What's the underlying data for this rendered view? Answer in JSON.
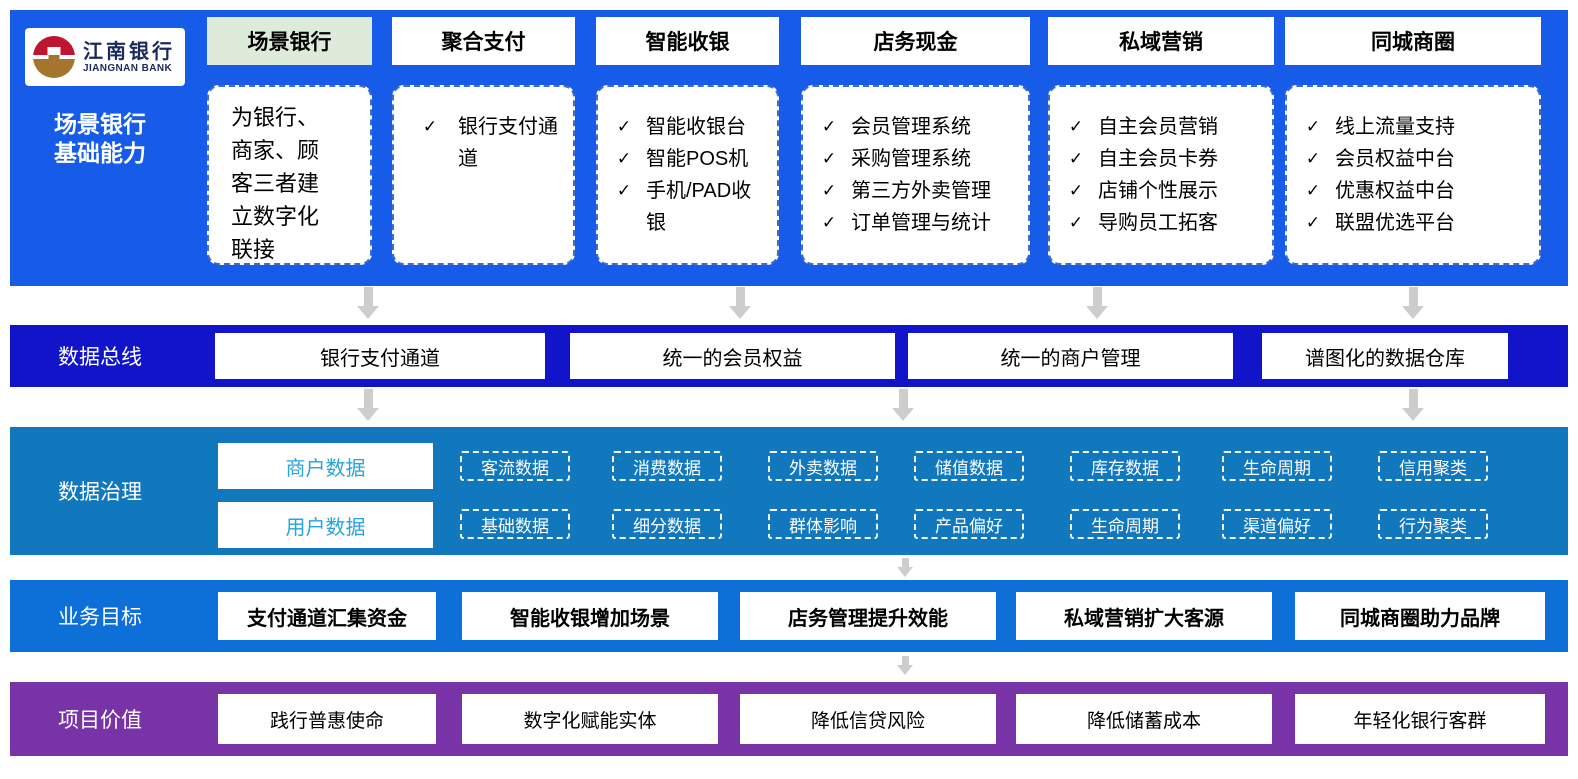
{
  "brand": {
    "name_cn": "江南银行",
    "name_en": "JIANGNAN BANK"
  },
  "colors": {
    "top": "#165CE8",
    "bus": "#1114C8",
    "gov": "#1278BE",
    "goal": "#0D70D8",
    "value": "#7833A6",
    "arrow": "#CDCDCD",
    "dash": "#3E6CC8",
    "green": "#DFEBDA",
    "cyan": "#29A3DC",
    "navy": "#1B2A5E"
  },
  "top": {
    "row_label_line1": "场景银行",
    "row_label_line2": "基础能力",
    "check": "✓",
    "columns": [
      {
        "header": "场景银行",
        "items": [
          "为银行、商家、顾客三者建立数字化联接"
        ]
      },
      {
        "header": "聚合支付",
        "items": [
          "银行支付通道"
        ]
      },
      {
        "header": "智能收银",
        "items": [
          "智能收银台",
          "智能POS机",
          "手机/PAD收银"
        ]
      },
      {
        "header": "店务现金",
        "items": [
          "会员管理系统",
          "采购管理系统",
          "第三方外卖管理",
          "订单管理与统计"
        ]
      },
      {
        "header": "私域营销",
        "items": [
          "自主会员营销",
          "自主会员卡券",
          "店铺个性展示",
          "导购员工拓客"
        ]
      },
      {
        "header": "同城商圈",
        "items": [
          "线上流量支持",
          "会员权益中台",
          "优惠权益中台",
          "联盟优选平台"
        ]
      }
    ]
  },
  "data_bus": {
    "label": "数据总线",
    "boxes": [
      "银行支付通道",
      "统一的会员权益",
      "统一的商户管理",
      "谱图化的数据仓库"
    ]
  },
  "data_governance": {
    "label": "数据治理",
    "rows": [
      {
        "category": "商户数据",
        "tags": [
          "客流数据",
          "消费数据",
          "外卖数据",
          "储值数据",
          "库存数据",
          "生命周期",
          "信用聚类"
        ]
      },
      {
        "category": "用户数据",
        "tags": [
          "基础数据",
          "细分数据",
          "群体影响",
          "产品偏好",
          "生命周期",
          "渠道偏好",
          "行为聚类"
        ]
      }
    ]
  },
  "business_goals": {
    "label": "业务目标",
    "boxes": [
      "支付通道汇集资金",
      "智能收银增加场景",
      "店务管理提升效能",
      "私域营销扩大客源",
      "同城商圈助力品牌"
    ]
  },
  "project_values": {
    "label": "项目价值",
    "boxes": [
      "践行普惠使命",
      "数字化赋能实体",
      "降低信贷风险",
      "降低储蓄成本",
      "年轻化银行客群"
    ]
  }
}
